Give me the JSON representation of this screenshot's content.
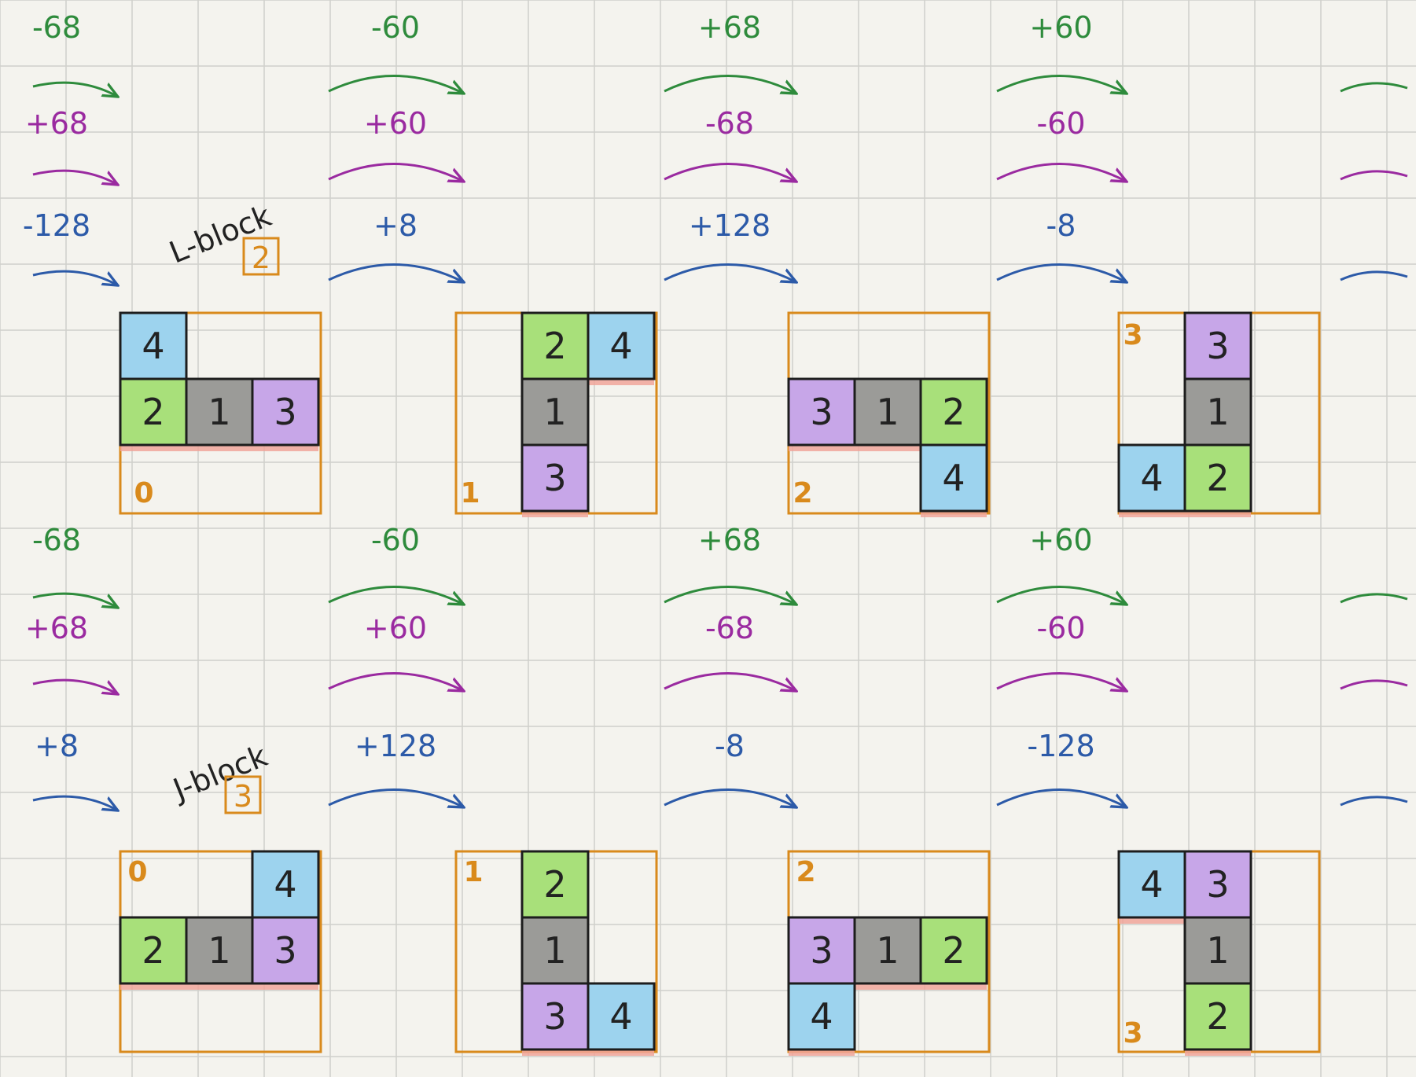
{
  "colors": {
    "background": "#f4f3ee",
    "grid": "#cfd0cb",
    "frame": "#d98a1c",
    "shadow": "#f0a49a",
    "green_arrow": "#2e8b3c",
    "purple_arrow": "#9a2aa0",
    "blue_arrow": "#2c5aa8",
    "cell_colors": {
      "1": "#9b9b98",
      "2": "#a8e07a",
      "3": "#c7a6e8",
      "4": "#9dd3ee"
    }
  },
  "blocks": [
    {
      "name": "L-block",
      "badge": "2",
      "left_labels": {
        "green": "-68",
        "purple": "+68",
        "blue": "-128"
      },
      "transitions": [
        {
          "green": "-60",
          "purple": "+60",
          "blue": "+8"
        },
        {
          "green": "+68",
          "purple": "-68",
          "blue": "+128"
        },
        {
          "green": "+60",
          "purple": "-60",
          "blue": "-8"
        }
      ],
      "states": [
        {
          "label": "0",
          "cells": [
            {
              "n": "4",
              "c": 0,
              "r": 0
            },
            {
              "n": "2",
              "c": 0,
              "r": 1
            },
            {
              "n": "1",
              "c": 1,
              "r": 1
            },
            {
              "n": "3",
              "c": 2,
              "r": 1
            }
          ]
        },
        {
          "label": "1",
          "cells": [
            {
              "n": "2",
              "c": 1,
              "r": 0
            },
            {
              "n": "4",
              "c": 2,
              "r": 0
            },
            {
              "n": "1",
              "c": 1,
              "r": 1
            },
            {
              "n": "3",
              "c": 1,
              "r": 2
            }
          ]
        },
        {
          "label": "2",
          "cells": [
            {
              "n": "3",
              "c": 0,
              "r": 1
            },
            {
              "n": "1",
              "c": 1,
              "r": 1
            },
            {
              "n": "2",
              "c": 2,
              "r": 1
            },
            {
              "n": "4",
              "c": 2,
              "r": 2
            }
          ]
        },
        {
          "label": "3",
          "cells": [
            {
              "n": "3",
              "c": 1,
              "r": 0
            },
            {
              "n": "1",
              "c": 1,
              "r": 1
            },
            {
              "n": "4",
              "c": 0,
              "r": 2
            },
            {
              "n": "2",
              "c": 1,
              "r": 2
            }
          ]
        }
      ]
    },
    {
      "name": "J-block",
      "badge": "3",
      "left_labels": {
        "green": "-68",
        "purple": "+68",
        "blue": "+8"
      },
      "transitions": [
        {
          "green": "-60",
          "purple": "+60",
          "blue": "+128"
        },
        {
          "green": "+68",
          "purple": "-68",
          "blue": "-8"
        },
        {
          "green": "+60",
          "purple": "-60",
          "blue": "-128"
        }
      ],
      "states": [
        {
          "label": "0",
          "cells": [
            {
              "n": "4",
              "c": 2,
              "r": 0
            },
            {
              "n": "2",
              "c": 0,
              "r": 1
            },
            {
              "n": "1",
              "c": 1,
              "r": 1
            },
            {
              "n": "3",
              "c": 2,
              "r": 1
            }
          ]
        },
        {
          "label": "1",
          "cells": [
            {
              "n": "2",
              "c": 1,
              "r": 0
            },
            {
              "n": "1",
              "c": 1,
              "r": 1
            },
            {
              "n": "3",
              "c": 1,
              "r": 2
            },
            {
              "n": "4",
              "c": 2,
              "r": 2
            }
          ]
        },
        {
          "label": "2",
          "cells": [
            {
              "n": "3",
              "c": 0,
              "r": 1
            },
            {
              "n": "1",
              "c": 1,
              "r": 1
            },
            {
              "n": "2",
              "c": 2,
              "r": 1
            },
            {
              "n": "4",
              "c": 0,
              "r": 2
            }
          ]
        },
        {
          "label": "3",
          "cells": [
            {
              "n": "4",
              "c": 0,
              "r": 0
            },
            {
              "n": "3",
              "c": 1,
              "r": 0
            },
            {
              "n": "1",
              "c": 1,
              "r": 1
            },
            {
              "n": "2",
              "c": 1,
              "r": 2
            }
          ]
        }
      ]
    }
  ]
}
